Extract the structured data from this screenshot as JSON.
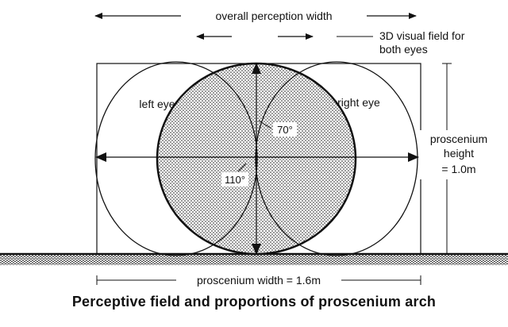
{
  "labels": {
    "overall_width": "overall perception width",
    "visual_field_line1": "3D visual field for",
    "visual_field_line2": "both eyes",
    "left_eye": "left eye",
    "right_eye": "right eye",
    "angle_vertical": "70°",
    "angle_horizontal": "110°",
    "height_line1": "proscenium",
    "height_line2": "height",
    "height_line3": "= 1.0m",
    "width": "proscenium width = 1.6m"
  },
  "caption": "Perceptive field and proportions of proscenium arch",
  "colors": {
    "ink": "#111111",
    "paper": "#ffffff"
  }
}
